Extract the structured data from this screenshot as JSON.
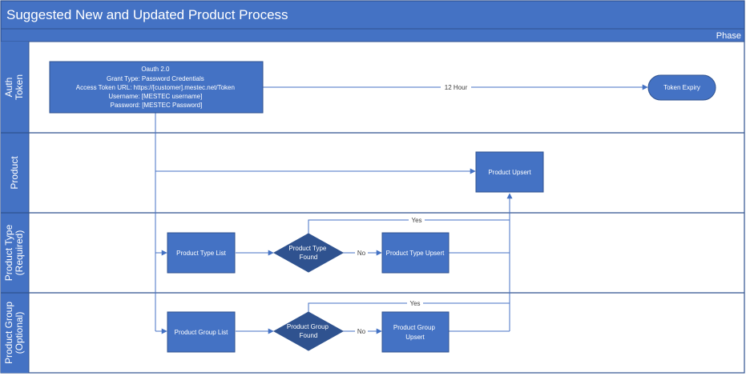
{
  "title": "Suggested New and Updated Product Process",
  "phase_label": "Phase",
  "lanes": [
    {
      "label_lines": [
        "Auth",
        "Token"
      ]
    },
    {
      "label_lines": [
        "Product"
      ]
    },
    {
      "label_lines": [
        "Product Type",
        "(Required)"
      ]
    },
    {
      "label_lines": [
        "Product Group",
        "(Optional)"
      ]
    }
  ],
  "shapes": {
    "oauth": {
      "lines": [
        "Oauth 2.0",
        "Grant Type: Password Credentials",
        "Access Token URL: https://[customer].mestec.net/Token",
        "Username: [MESTEC username]",
        "Password: [MESTEC Password]"
      ]
    },
    "token_expiry": {
      "lines": [
        "Token Expiry"
      ]
    },
    "product_upsert": {
      "lines": [
        "Product Upsert"
      ]
    },
    "product_type_list": {
      "lines": [
        "Product Type List"
      ]
    },
    "product_type_found": {
      "lines": [
        "Product Type",
        "Found"
      ]
    },
    "product_type_upsert": {
      "lines": [
        "Product Type Upsert"
      ]
    },
    "product_group_list": {
      "lines": [
        "Product Group List"
      ]
    },
    "product_group_found": {
      "lines": [
        "Product Group",
        "Found"
      ]
    },
    "product_group_upsert": {
      "lines": [
        "Product Group",
        "Upsert"
      ]
    }
  },
  "connector_labels": {
    "hour": "12 Hour",
    "type_yes": "Yes",
    "type_no": "No",
    "group_yes": "Yes",
    "group_no": "No"
  },
  "colors": {
    "shape_fill": "#4472c4",
    "shape_stroke": "#2f528f",
    "line": "#4472c4",
    "header_fill": "#4472c4",
    "border": "#2f528f",
    "text_dark": "#404040"
  }
}
